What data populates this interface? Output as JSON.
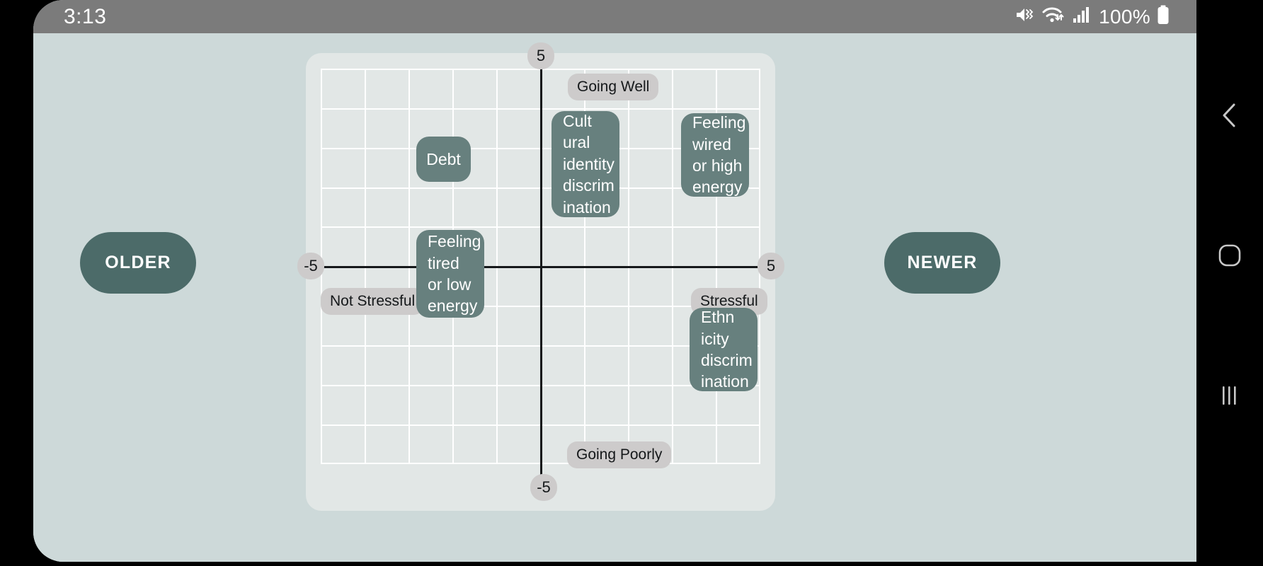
{
  "status_bar": {
    "clock": "3:13",
    "battery_percent": "100%",
    "icons": [
      "mute-vibrate-icon",
      "wifi-icon",
      "cellular-signal-icon",
      "battery-icon"
    ]
  },
  "controls": {
    "older_label": "OLDER",
    "newer_label": "NEWER"
  },
  "nav_bar": {
    "back_label": "back-icon",
    "home_label": "home-icon",
    "recents_label": "recents-icon"
  },
  "colors": {
    "page_background": "#cdd9d9",
    "plot_background": "#e2e7e6",
    "chip_fill": "#67807e",
    "pill_fill": "#4c6b69",
    "label_pill_fill": "#cdcbcb",
    "axis": "#15181a",
    "gridline": "#ffffff",
    "status_bar": "#7b7b7b"
  },
  "chart_data": {
    "type": "scatter",
    "title": "",
    "xlabel": "",
    "ylabel": "",
    "xlim": [
      -5,
      5
    ],
    "ylim": [
      -5,
      5
    ],
    "grid": true,
    "x_axis_min_label": "-5",
    "x_axis_max_label": "5",
    "y_axis_min_label": "-5",
    "y_axis_max_label": "5",
    "quadrant_labels": {
      "top": "Going Well",
      "bottom": "Going Poorly",
      "left": "Not Stressful",
      "right": "Stressful"
    },
    "axis_semantics": {
      "x": "Not Stressful to Stressful",
      "y": "Going Poorly to Going Well"
    },
    "points": [
      {
        "label": "Debt",
        "x": -2.8,
        "y": 2.3
      },
      {
        "label": "Cultural identity discrimination",
        "x": 0.4,
        "y": 2.4
      },
      {
        "label": "Feeling wired or high energy",
        "x": 3.1,
        "y": 2.5
      },
      {
        "label": "Feeling tired or low energy",
        "x": -2.8,
        "y": -0.4
      },
      {
        "label": "Ethnicity discrimination",
        "x": 3.2,
        "y": -1.6
      }
    ],
    "point_wrapped_text": {
      "Debt": [
        "Debt"
      ],
      "Cultural identity discrimination": [
        "Cult",
        "ural",
        "identity",
        "discrim",
        "ination"
      ],
      "Feeling wired or high energy": [
        "Feeling",
        "wired",
        "or high",
        "energy"
      ],
      "Feeling tired or low energy": [
        "Feeling",
        "tired",
        "or low",
        "energy"
      ],
      "Ethnicity discrimination": [
        "Ethn",
        "icity",
        "discrim",
        "ination"
      ]
    }
  }
}
